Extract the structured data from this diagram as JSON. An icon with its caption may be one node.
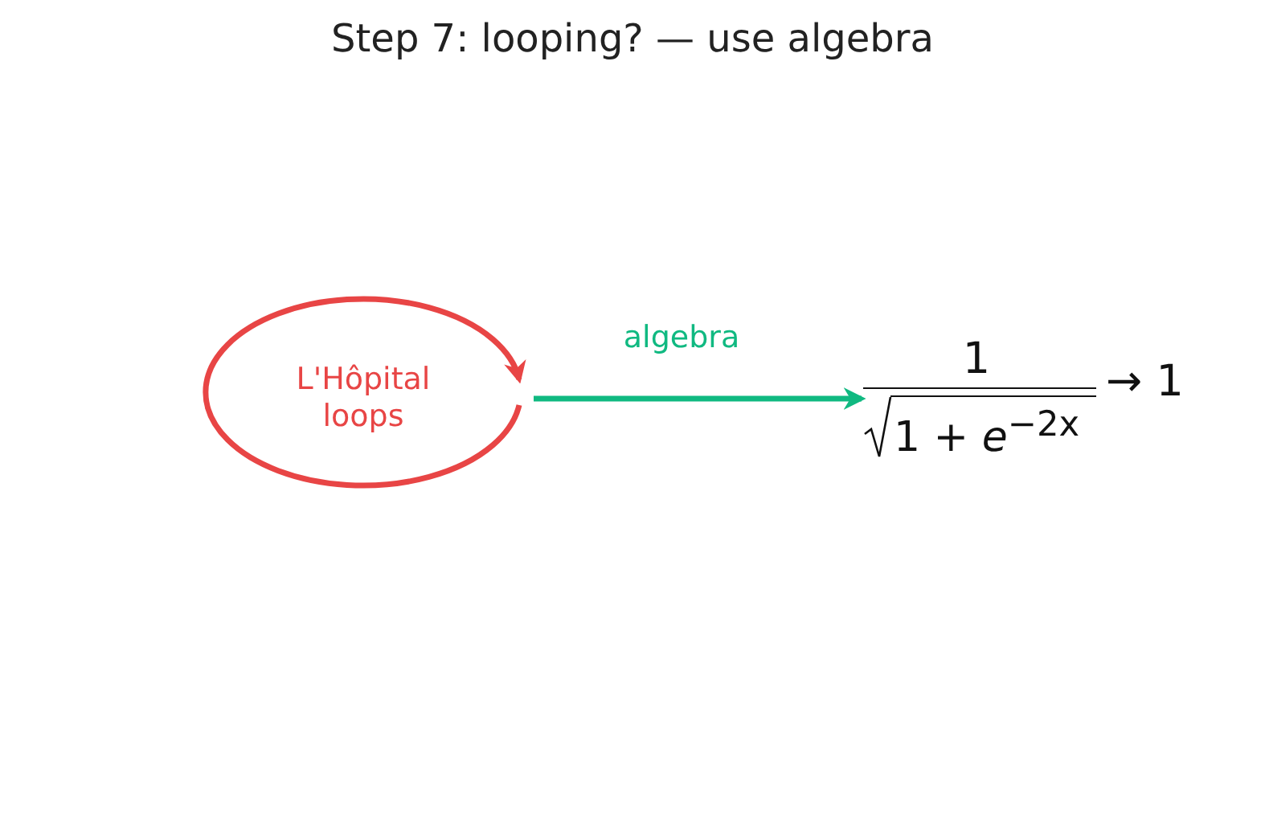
{
  "diagram": {
    "title": "Step 7: looping? — use algebra",
    "nodes": [
      {
        "text": [
          "L'Hôpital loops"
        ]
      },
      {
        "text": [
          "1",
          "1 + *e*$^{−2x}$",
          "→ 1"
        ]
      }
    ],
    "edges": [
      {
        "from": 0,
        "to": 1,
        "arrow": "to",
        "label": "algebra",
        "color": "#10b981"
      },
      {
        "from": 0,
        "to": 0,
        "arrow": "to",
        "color": "#e84545"
      }
    ]
  }
}
